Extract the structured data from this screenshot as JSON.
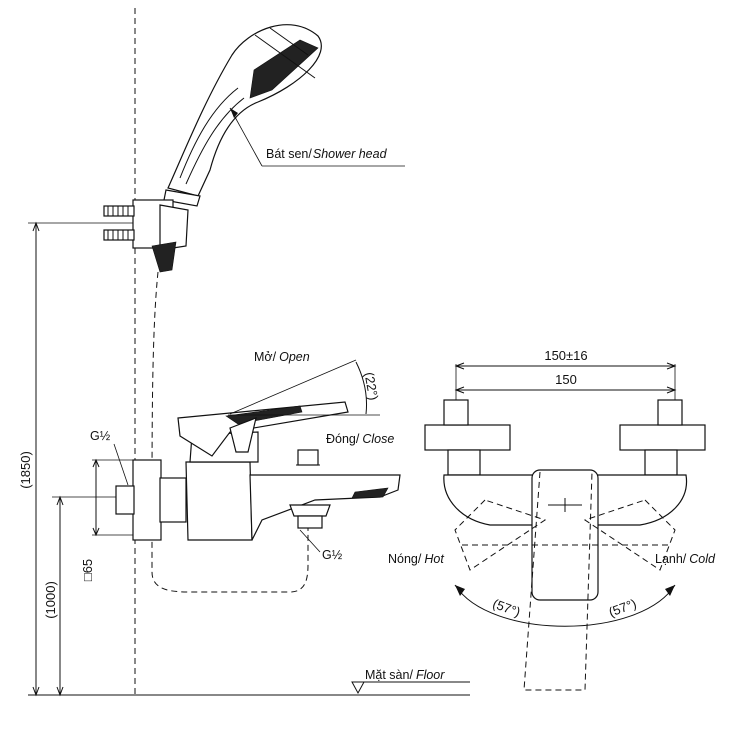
{
  "labels": {
    "shower_head": {
      "vi": "Bát sen/",
      "en": "Shower head"
    },
    "open": {
      "vi": "Mở/",
      "en": "Open"
    },
    "close": {
      "vi": "Đóng/",
      "en": "Close"
    },
    "hot": {
      "vi": "Nóng/",
      "en": "Hot"
    },
    "cold": {
      "vi": "Lạnh/",
      "en": "Cold"
    },
    "floor": {
      "vi": "Mặt sàn/",
      "en": "Floor"
    },
    "inlet_thread": "G½",
    "outlet_thread": "G½"
  },
  "dimensions": {
    "height_to_shower": "(1850)",
    "height_to_mixer": "(1000)",
    "pipe_size": "□65",
    "centers_with_tolerance": "150±16",
    "centers": "150",
    "lever_angle": "(22°)",
    "hot_angle": "(57°)",
    "cold_angle": "(57°)"
  }
}
